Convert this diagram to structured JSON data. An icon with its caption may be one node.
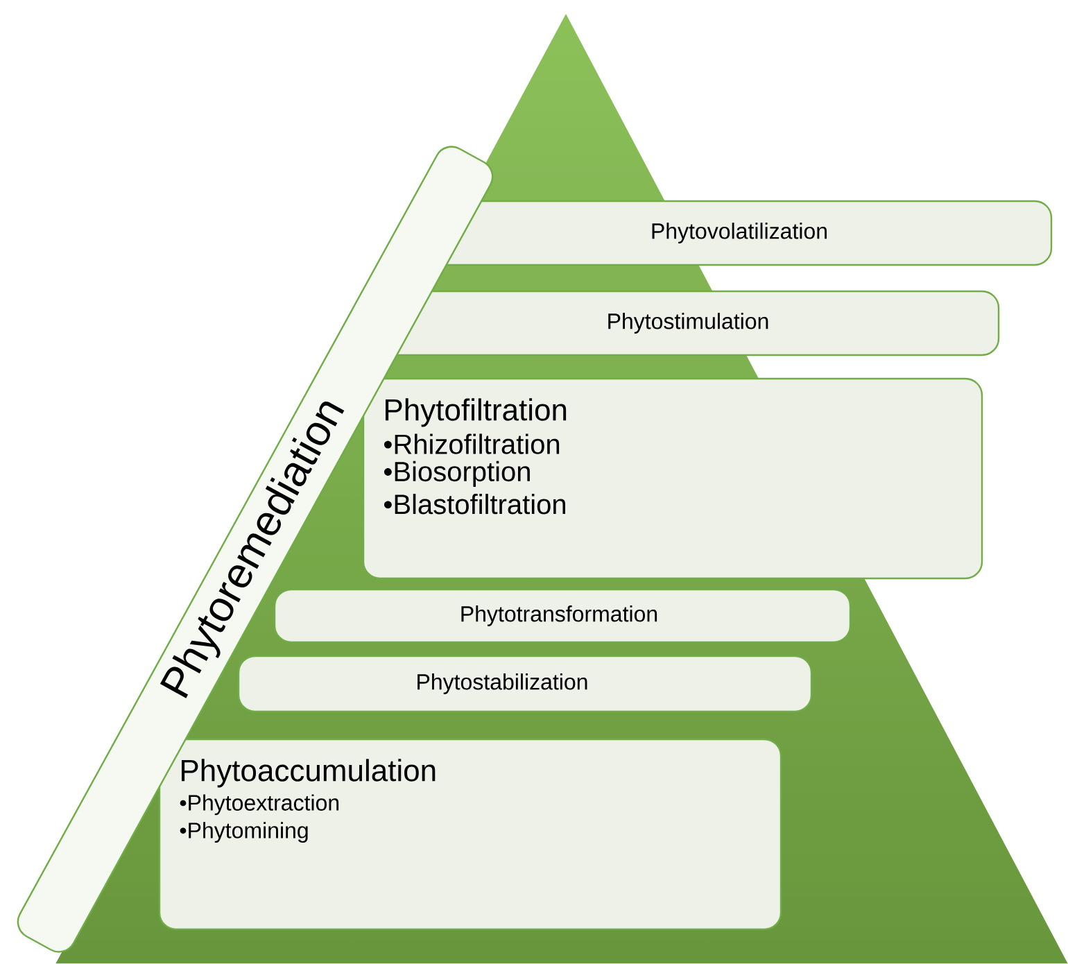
{
  "diagram": {
    "nodes": [
      {
        "text": [
          "Phytoremediation"
        ]
      },
      {
        "text": [
          "Phytovolatilization"
        ]
      },
      {
        "text": [
          "Phytostimulation"
        ]
      },
      {
        "text": [
          "Phytofiltration",
          "•Rhizofiltration",
          "•Biosorption",
          "•Blastofiltration"
        ]
      },
      {
        "text": [
          "Phytotransformation"
        ]
      },
      {
        "text": [
          "Phytostabilization"
        ]
      },
      {
        "text": [
          "Phytoaccumulation",
          "•Phytoextraction",
          "•Phytomining"
        ]
      }
    ]
  }
}
